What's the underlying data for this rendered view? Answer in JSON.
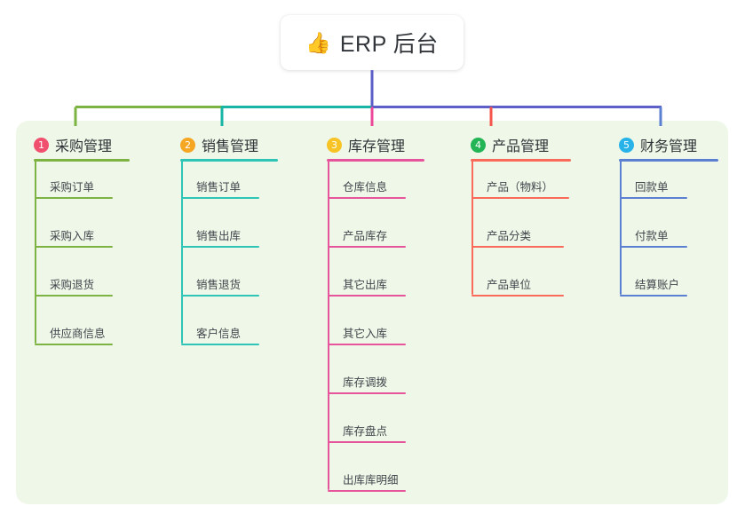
{
  "title": {
    "emoji": "👍",
    "emoji_name": "thumbs-up-icon",
    "text": "ERP 后台"
  },
  "colors": {
    "panel_bg": "#eef7e8",
    "canvas_bg": "#ffffff",
    "root_stem": "#5b5fc7",
    "bus_segment_1": "#7cb342",
    "bus_segment_2": "#18b5a5",
    "bus_segment_3": "#5b5fc7",
    "bus_segment_4": "#5b5fc7",
    "title_text": "#32363a",
    "head_text": "#2f3337",
    "leaf_text": "#40464c"
  },
  "columns": [
    {
      "index": "1",
      "badge_color": "#f0506e",
      "line_color": "#7cb342",
      "stem_color": "#7cb342",
      "title": "采购管理",
      "items": [
        "采购订单",
        "采购入库",
        "采购退货",
        "供应商信息"
      ]
    },
    {
      "index": "2",
      "badge_color": "#f5a623",
      "line_color": "#2ec4b6",
      "stem_color": "#18b5a5",
      "title": "销售管理",
      "items": [
        "销售订单",
        "销售出库",
        "销售退货",
        "客户信息"
      ]
    },
    {
      "index": "3",
      "badge_color": "#f7c325",
      "line_color": "#e6559c",
      "stem_color": "#ec4899",
      "title": "库存管理",
      "items": [
        "仓库信息",
        "产品库存",
        "其它出库",
        "其它入库",
        "库存调拨",
        "库存盘点",
        "出库库明细"
      ]
    },
    {
      "index": "4",
      "badge_color": "#22b455",
      "line_color": "#fa6a5a",
      "stem_color": "#f4544b",
      "title": "产品管理",
      "items": [
        "产品（物料）",
        "产品分类",
        "产品单位"
      ]
    },
    {
      "index": "5",
      "badge_color": "#28b3e8",
      "line_color": "#5b7fd1",
      "stem_color": "#5b7fd1",
      "title": "财务管理",
      "items": [
        "回款单",
        "付款单",
        "结算账户"
      ]
    }
  ]
}
